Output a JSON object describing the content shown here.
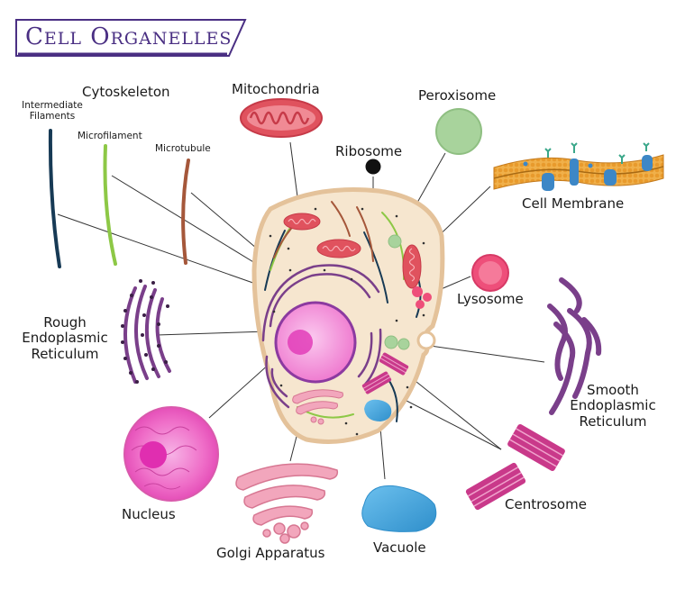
{
  "title": {
    "first_letter_1": "C",
    "rest_1": "ELL",
    "first_letter_2": "O",
    "rest_2": "RGANELLES"
  },
  "labels": {
    "cytoskeleton": "Cytoskeleton",
    "intermediate_1": "Intermediate",
    "intermediate_2": "Filaments",
    "microfilament": "Microfilament",
    "microtubule": "Microtubule",
    "mitochondria": "Mitochondria",
    "ribosome": "Ribosome",
    "peroxisome": "Peroxisome",
    "cell_membrane": "Cell Membrane",
    "lysosome": "Lysosome",
    "rough_er_1": "Rough",
    "rough_er_2": "Endoplasmic",
    "rough_er_3": "Reticulum",
    "smooth_er_1": "Smooth",
    "smooth_er_2": "Endoplasmic",
    "smooth_er_3": "Reticulum",
    "nucleus": "Nucleus",
    "golgi": "Golgi Apparatus",
    "vacuole": "Vacuole",
    "centrosome": "Centrosome"
  },
  "colors": {
    "title": "#4a2f83",
    "cytoplasm": "#f6e6cf",
    "cell_border": "#e4c29a",
    "mitochondria": "#e0525e",
    "peroxisome": "#a8d39c",
    "lysosome": "#ee4f7a",
    "er": "#7a3f8a",
    "nucleus": "#ef6ec8",
    "golgi": "#f2a6bc",
    "vacuole": "#49a6dc",
    "centrosome": "#c9398a",
    "intermediate_filament": "#173a55",
    "microfilament": "#8dc846",
    "microtubule": "#a5573a"
  }
}
